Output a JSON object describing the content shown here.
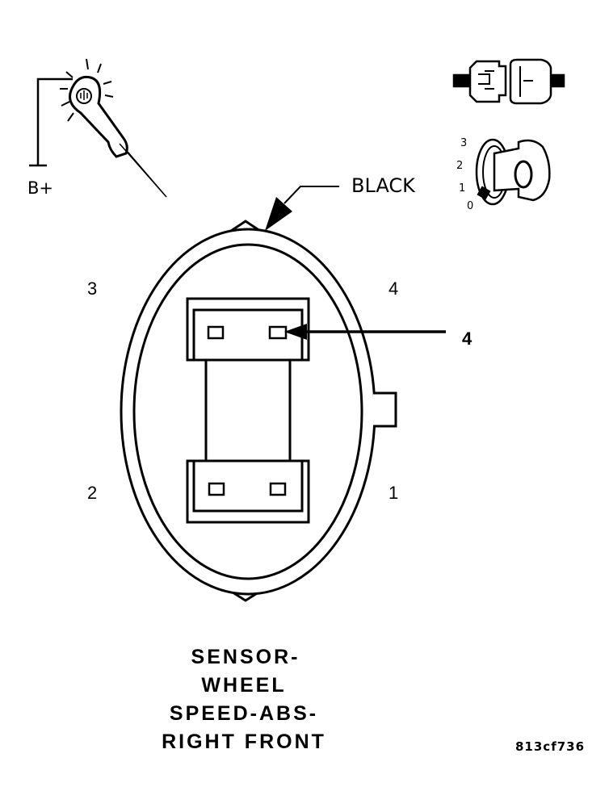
{
  "connector": {
    "color_label": "BLACK",
    "pins": {
      "p1": "1",
      "p2": "2",
      "p3": "3",
      "p4": "4"
    },
    "callout": "4"
  },
  "test_light": {
    "label": "B+"
  },
  "ignition": {
    "positions": [
      "3",
      "2",
      "1",
      "0"
    ]
  },
  "title_lines": [
    "SENSOR-",
    "WHEEL",
    "SPEED-ABS-",
    "RIGHT FRONT"
  ],
  "figure_id": "813cf736",
  "icons": [
    "test-light-icon",
    "connector-icon",
    "ignition-key-icon"
  ]
}
